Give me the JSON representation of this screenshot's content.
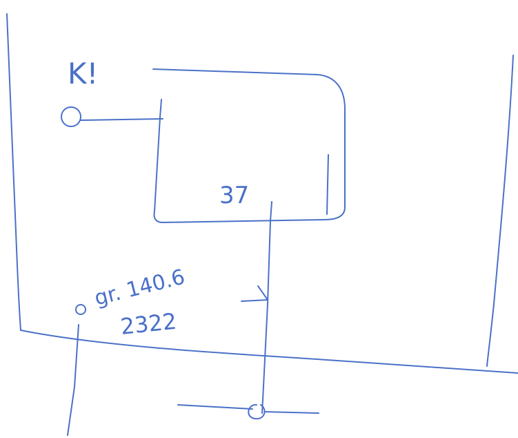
{
  "ink_color": "#4a70c8",
  "labels": {
    "terminal": "K!",
    "node": "37",
    "part_line1": "gr. 140.6",
    "part_line2": "2322"
  }
}
